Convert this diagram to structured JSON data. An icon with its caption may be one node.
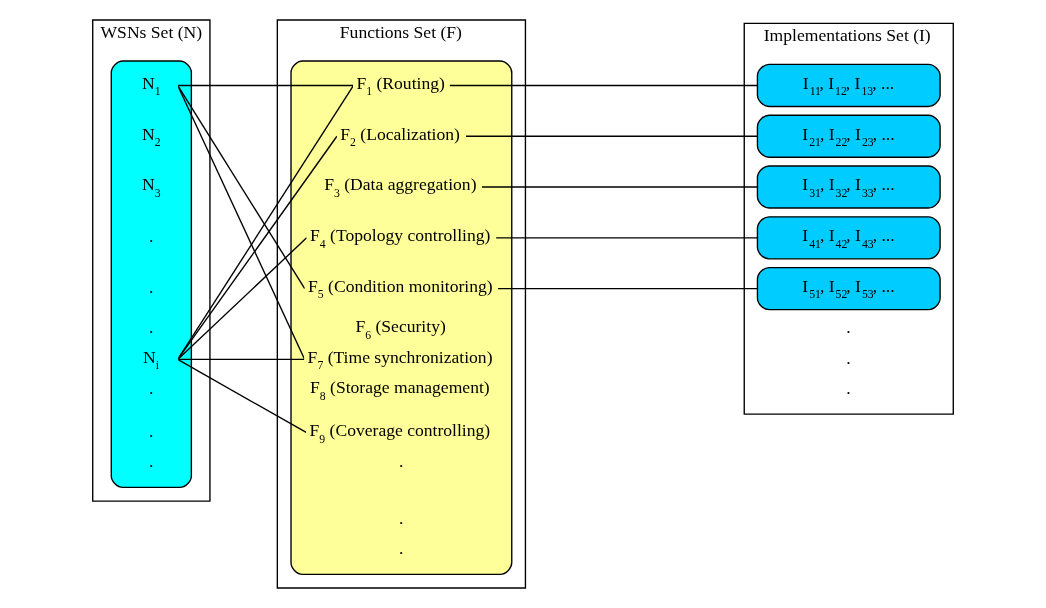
{
  "diagram": {
    "nodes": [
      {
        "text": [
          "WSNs Set (N)"
        ]
      },
      {
        "text": [],
        "shape": "box",
        "in": 0
      },
      {
        "text": [
          "N$_{1}$"
        ],
        "in": 1
      },
      {
        "text": [
          "N$_{2}$"
        ],
        "in": 1
      },
      {
        "text": [
          "N$_{3}$"
        ],
        "in": 1
      },
      {
        "text": [
          "."
        ],
        "in": 1
      },
      {
        "text": [
          "."
        ],
        "in": 1
      },
      {
        "text": [
          "."
        ],
        "in": 1
      },
      {
        "text": [
          "N$_{i}$"
        ],
        "in": 1
      },
      {
        "text": [
          "."
        ],
        "in": 1
      },
      {
        "text": [
          "."
        ],
        "in": 1
      },
      {
        "text": [
          "."
        ],
        "in": 1
      },
      {
        "text": [
          "Functions Set (F)"
        ]
      },
      {
        "text": [],
        "shape": "box",
        "in": 12
      },
      {
        "text": [
          "F$_{1}$ (Routing)"
        ],
        "in": 13
      },
      {
        "text": [
          "F$_{2}$ (Localization)"
        ],
        "in": 13
      },
      {
        "text": [
          "F$_{3}$ (Data aggregation)"
        ],
        "in": 13
      },
      {
        "text": [
          "F$_{4}$ (Topology controlling)"
        ],
        "in": 13
      },
      {
        "text": [
          "F$_{5}$ (Condition monitoring)"
        ],
        "in": 13
      },
      {
        "text": [
          "F$_{6}$ (Security)"
        ],
        "in": 13
      },
      {
        "text": [
          "F$_{7}$ (Time synchronization)"
        ],
        "in": 13
      },
      {
        "text": [
          "F$_{8}$ (Storage management)"
        ],
        "in": 13
      },
      {
        "text": [
          "F$_{9}$ (Coverage controlling)"
        ],
        "in": 13
      },
      {
        "text": [
          "."
        ],
        "in": 13
      },
      {
        "text": [
          "."
        ],
        "in": 13
      },
      {
        "text": [
          "."
        ],
        "in": 13
      },
      {
        "text": [
          "Implementations Set (I)"
        ]
      },
      {
        "text": [
          "I$_{11}$, I$_{12}$, I$_{13}$, ..."
        ],
        "in": 26
      },
      {
        "text": [
          "I$_{21}$, I$_{22}$, I$_{23}$, ..."
        ],
        "in": 26
      },
      {
        "text": [
          "I$_{31}$, I$_{32}$, I$_{33}$, ..."
        ],
        "in": 26
      },
      {
        "text": [
          "I$_{41}$, I$_{42}$, I$_{43}$, ..."
        ],
        "in": 26
      },
      {
        "text": [
          "I$_{51}$, I$_{52}$, I$_{53}$, ..."
        ],
        "in": 26
      },
      {
        "text": [
          "."
        ],
        "in": 26
      },
      {
        "text": [
          "."
        ],
        "in": 26
      },
      {
        "text": [
          "."
        ],
        "in": 26
      }
    ],
    "edges": [
      {
        "from": 2,
        "to": 14,
        "arrow": "none"
      },
      {
        "from": 2,
        "to": 18,
        "arrow": "none"
      },
      {
        "from": 2,
        "to": 20,
        "arrow": "none"
      },
      {
        "from": 8,
        "to": 14,
        "arrow": "none"
      },
      {
        "from": 8,
        "to": 15,
        "arrow": "none"
      },
      {
        "from": 8,
        "to": 17,
        "arrow": "none"
      },
      {
        "from": 8,
        "to": 20,
        "arrow": "none"
      },
      {
        "from": 8,
        "to": 22,
        "arrow": "none"
      },
      {
        "from": 14,
        "to": 27,
        "arrow": "none"
      },
      {
        "from": 15,
        "to": 28,
        "arrow": "none"
      },
      {
        "from": 16,
        "to": 29,
        "arrow": "none"
      },
      {
        "from": 17,
        "to": 30,
        "arrow": "none"
      },
      {
        "from": 18,
        "to": 31,
        "arrow": "none"
      }
    ]
  }
}
